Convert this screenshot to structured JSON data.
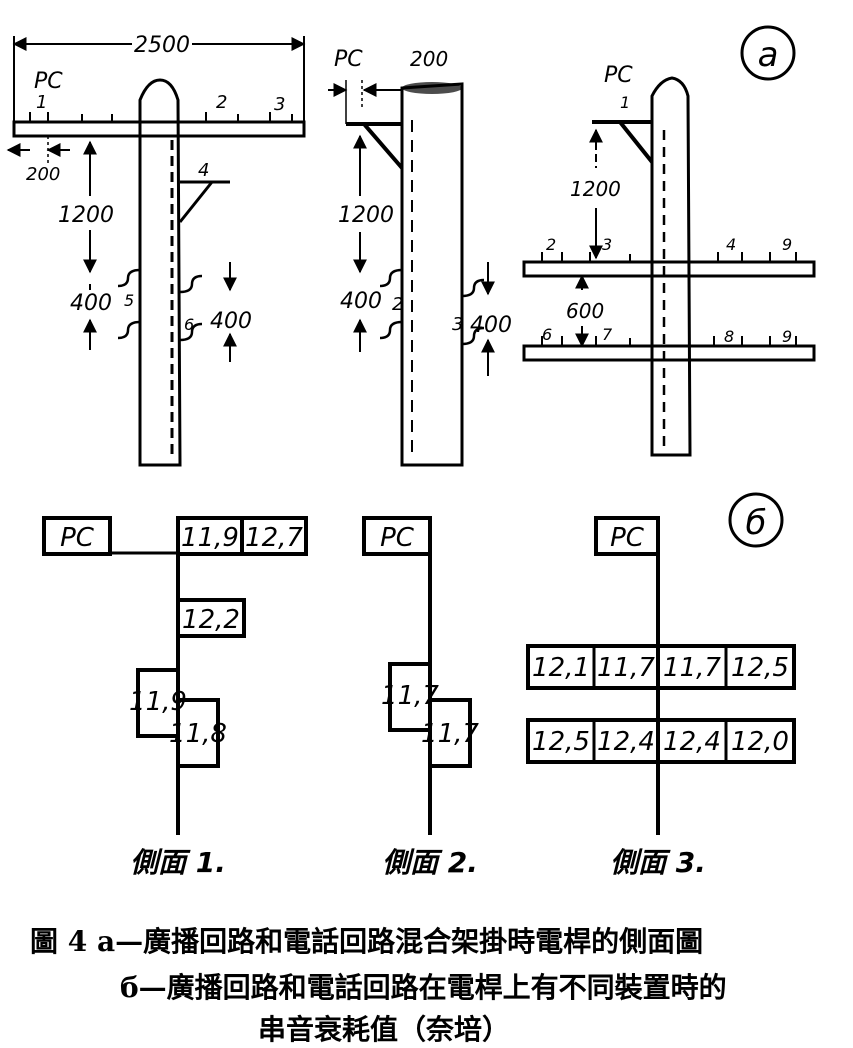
{
  "panel_a": {
    "marker": "a",
    "pole1": {
      "rc": "PC",
      "width": "2500",
      "offset": "200",
      "h_cross": "1200",
      "spacing_left": "400",
      "spacing_right": "400",
      "pos_1": "1",
      "pos_2": "2",
      "pos_3": "3",
      "pos_4": "4",
      "pos_5": "5",
      "pos_6": "6"
    },
    "pole2": {
      "rc": "PC",
      "offset": "200",
      "h_bracket": "1200",
      "spacing_left": "400",
      "spacing_right": "400",
      "pos_2": "2",
      "pos_3": "3"
    },
    "pole3": {
      "rc": "PC",
      "h_top": "1200",
      "spacing": "600",
      "pos_1": "1",
      "pos_2": "2",
      "pos_3": "3",
      "pos_4": "4",
      "pos_5": "9",
      "pos_6": "6",
      "pos_7": "7",
      "pos_8": "8",
      "pos_9": "9"
    }
  },
  "panel_b": {
    "marker": "б",
    "side1": {
      "rc": "PC",
      "top_right_1": "11,9",
      "top_right_2": "12,7",
      "mid": "12,2",
      "left": "11,9",
      "right": "11,8",
      "caption": "側面 1."
    },
    "side2": {
      "rc": "PC",
      "left": "11,7",
      "right": "11,7",
      "caption": "側面 2."
    },
    "side3": {
      "rc": "PC",
      "row1": [
        "12,1",
        "11,7",
        "11,7",
        "12,5"
      ],
      "row2": [
        "12,5",
        "12,4",
        "12,4",
        "12,0"
      ],
      "caption": "側面 3."
    }
  },
  "caption": {
    "line1": "圖 4   а—廣播回路和電話回路混合架掛時電桿的側面圖",
    "line2": "б—廣播回路和電話回路在電桿上有不同裝置時的",
    "line3": "串音衰耗值（奈培）"
  }
}
